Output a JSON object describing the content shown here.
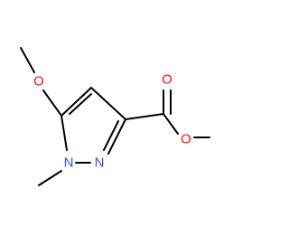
{
  "molecule": {
    "atoms": [
      {
        "id": "o_methoxy",
        "symbol": "O",
        "color": "#ff0d0d"
      },
      {
        "id": "n1",
        "symbol": "N",
        "color": "#3050f8"
      },
      {
        "id": "n2",
        "symbol": "N",
        "color": "#3050f8"
      },
      {
        "id": "o_carbonyl",
        "symbol": "O",
        "color": "#ff0d0d"
      },
      {
        "id": "o_ester",
        "symbol": "O",
        "color": "#ff0d0d"
      }
    ],
    "bond_color": "#000000"
  }
}
